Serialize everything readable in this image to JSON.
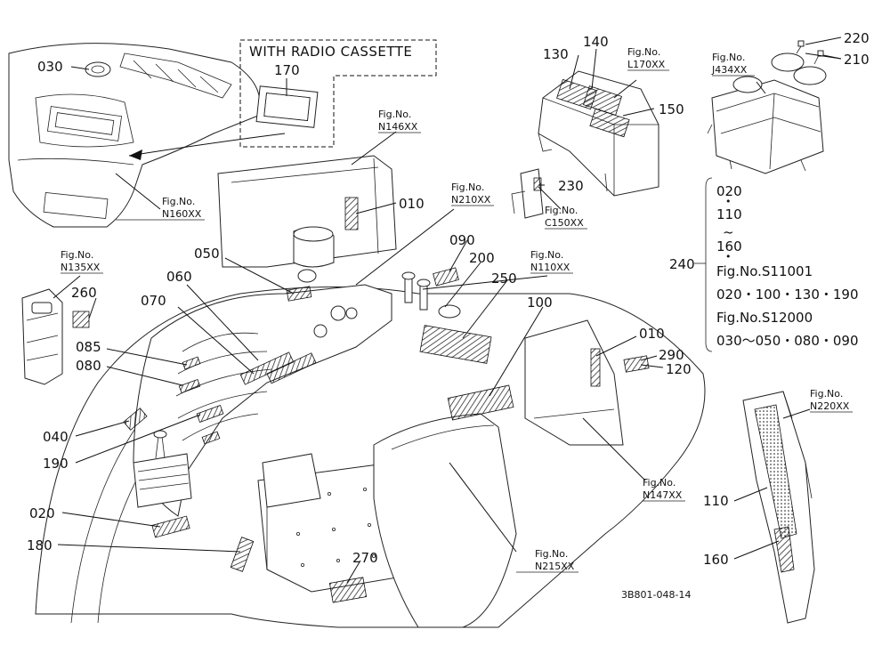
{
  "inset_title": "WITH RADIO CASSETTE",
  "drawing_number": "3B801-048-14",
  "labels": {
    "l030": "030",
    "l170": "170",
    "l130": "130",
    "l140": "140",
    "l150": "150",
    "l220": "220",
    "l210": "210",
    "l010a": "010",
    "l010b": "010",
    "l050": "050",
    "l090": "090",
    "l200": "200",
    "l250": "250",
    "l100": "100",
    "l060": "060",
    "l070": "070",
    "l085": "085",
    "l080": "080",
    "l040": "040",
    "l190": "190",
    "l020": "020",
    "l180": "180",
    "l270": "270",
    "l260": "260",
    "l230": "230",
    "l240": "240",
    "l290": "290",
    "l120": "120",
    "l110": "110",
    "l160": "160"
  },
  "fig_refs": {
    "f_l170": "L170XX",
    "f_j434": "J434XX",
    "f_n146": "N146XX",
    "f_n160": "N160XX",
    "f_n210": "N210XX",
    "f_c150": "C150XX",
    "f_n135": "N135XX",
    "f_n110": "N110XX",
    "f_n147": "N147XX",
    "f_n215": "N215XX",
    "f_n220": "N220XX"
  },
  "fig_prefix": "Fig.No.",
  "legend_240": {
    "line1": "020",
    "line2": "110",
    "line3": "~",
    "line4": "160",
    "line5": "Fig.No.S11001",
    "line6": "020・100・130・190",
    "line7": "Fig.No.S12000",
    "line8": "030～050・080・090"
  }
}
